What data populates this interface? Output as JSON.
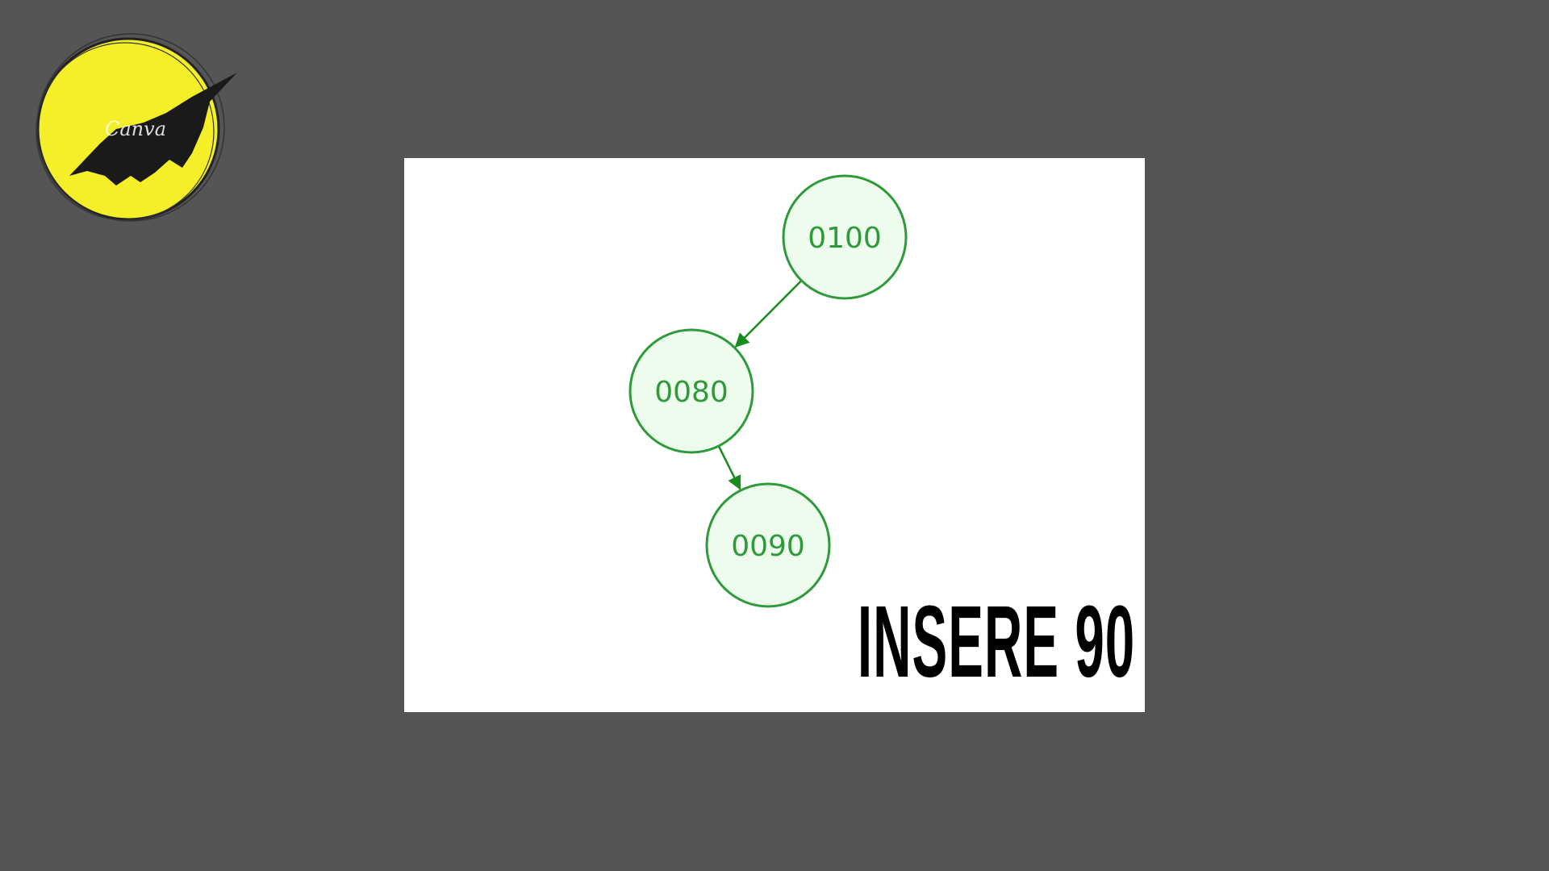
{
  "logo": {
    "text": "Canva",
    "moon_color": "#f5ef2a",
    "bat_color": "#1a1a1a",
    "icon": "bat-moon-logo"
  },
  "tree": {
    "nodes": [
      {
        "id": "n100",
        "label": "0100"
      },
      {
        "id": "n80",
        "label": "0080"
      },
      {
        "id": "n90",
        "label": "0090"
      }
    ],
    "edges": [
      {
        "from": "n100",
        "to": "n80"
      },
      {
        "from": "n80",
        "to": "n90"
      }
    ],
    "node_fill": "#eefcee",
    "node_stroke": "#2e9a3a",
    "edge_color": "#168c1e"
  },
  "caption": {
    "text": "INSERE 90"
  }
}
